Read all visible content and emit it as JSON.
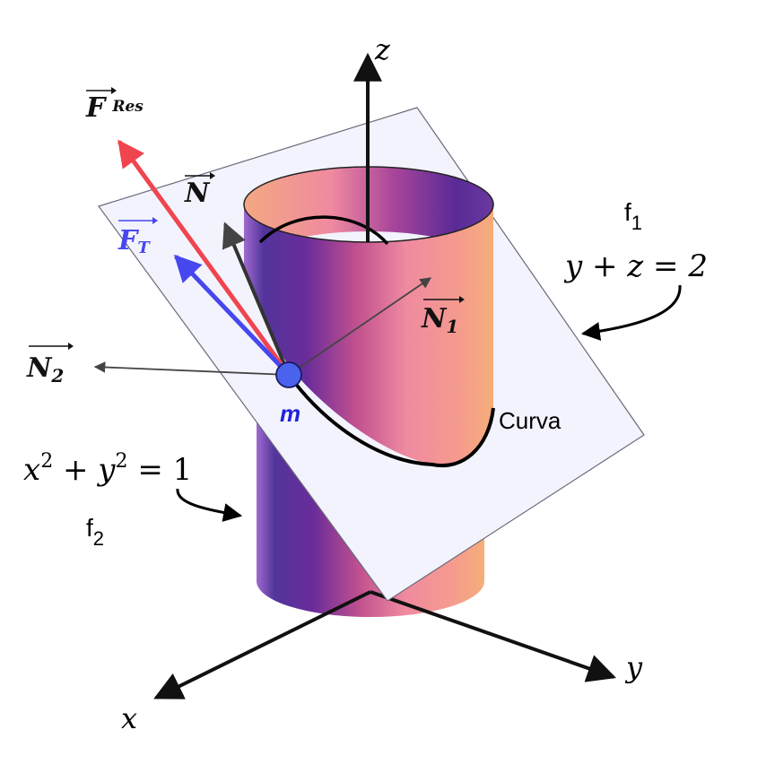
{
  "labels": {
    "z_axis": "z",
    "y_axis": "y",
    "x_axis": "x",
    "f_res_main": "F",
    "f_res_sub": "Res",
    "n_vec": "N",
    "ft_main": "F",
    "ft_sub": "T",
    "n1_main": "N",
    "n1_sub": "1",
    "n2_main": "N",
    "n2_sub": "2",
    "mass": "m",
    "curve": "Curva",
    "f1_main": "f",
    "f1_sub": "1",
    "plane_eq": "y + z = 2",
    "cyl_eq_x": "x",
    "cyl_eq_plus": " + ",
    "cyl_eq_y": "y",
    "cyl_eq_exp": "2",
    "cyl_eq_rhs": " = 1",
    "f2_main": "f",
    "f2_sub": "2"
  },
  "colors": {
    "resultant": "#f0444f",
    "tangential": "#4747ef",
    "normal": "#444444",
    "mass_point": "#4a63ef",
    "plane_fill": "#f3f3fd",
    "cyl_purple": "#6a2c9a",
    "cyl_pink": "#f08aa0",
    "cyl_orange": "#f5ab7a"
  }
}
